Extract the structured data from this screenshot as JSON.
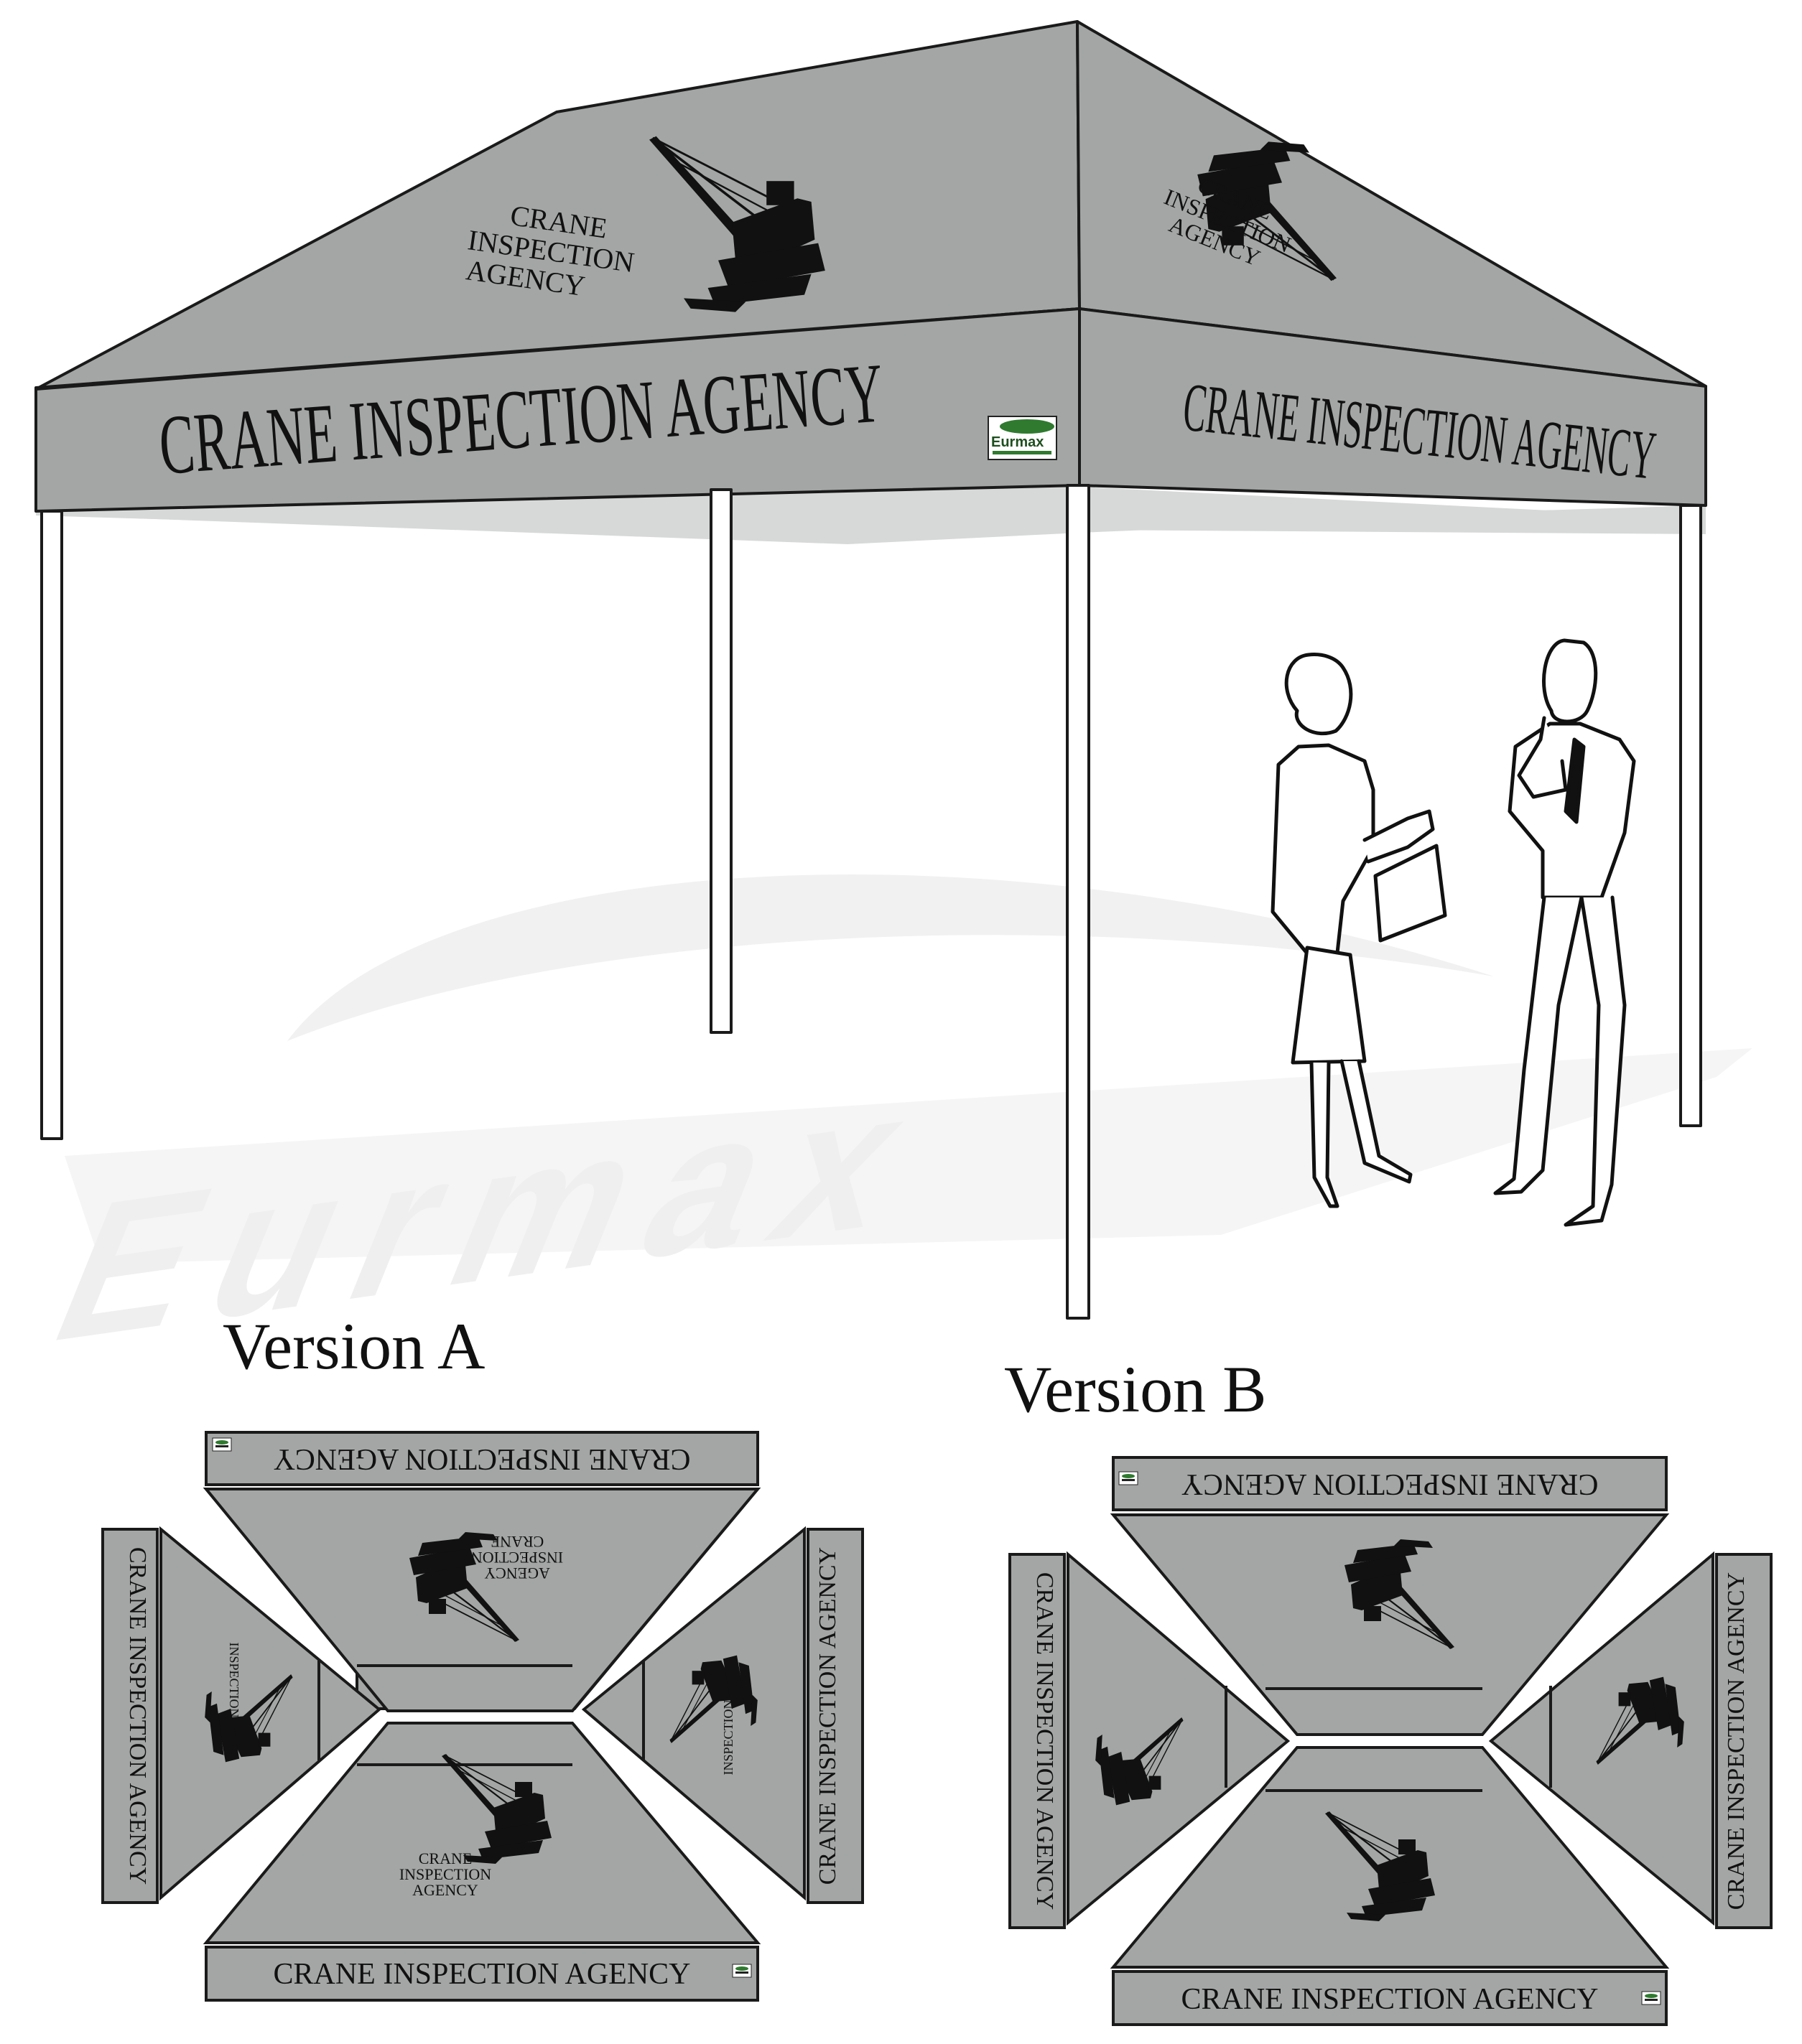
{
  "colors": {
    "canopy": "#a4a6a6",
    "canopy_dark": "#9c9e9e",
    "underside": "#d7d8d8",
    "outline": "#1a1a1a",
    "watermark": "#f1f1f1",
    "logo_green": "#2f7a2f"
  },
  "tent": {
    "front_valance_text": "CRANE INSPECTION AGENCY",
    "side_valance_text": "CRANE INSPECTION AGENCY",
    "roof_front_logo": [
      "CRANE",
      "INSPECTION",
      "AGENCY"
    ],
    "roof_side_logo": [
      "CRANE",
      "INSPECTION",
      "AGENCY"
    ],
    "brand_tag": "Eurmax",
    "watermark": "Eurmax",
    "roof_icon": "crane-icon",
    "people_icon": "businesspeople-icon"
  },
  "version_a": {
    "title": "Version A",
    "top_valance": "CRANE INSPECTION AGENCY",
    "bottom_valance": "CRANE INSPECTION AGENCY",
    "left_valance": "CRANE INSPECTION AGENCY",
    "right_valance": "CRANE INSPECTION AGENCY",
    "panel_logo": [
      "CRANE",
      "INSPECTION",
      "AGENCY"
    ]
  },
  "version_b": {
    "title": "Version B",
    "top_valance": "CRANE INSPECTION AGENCY",
    "bottom_valance": "CRANE INSPECTION AGENCY",
    "left_valance": "CRANE INSPECTION AGENCY",
    "right_valance": "CRANE INSPECTION AGENCY"
  }
}
